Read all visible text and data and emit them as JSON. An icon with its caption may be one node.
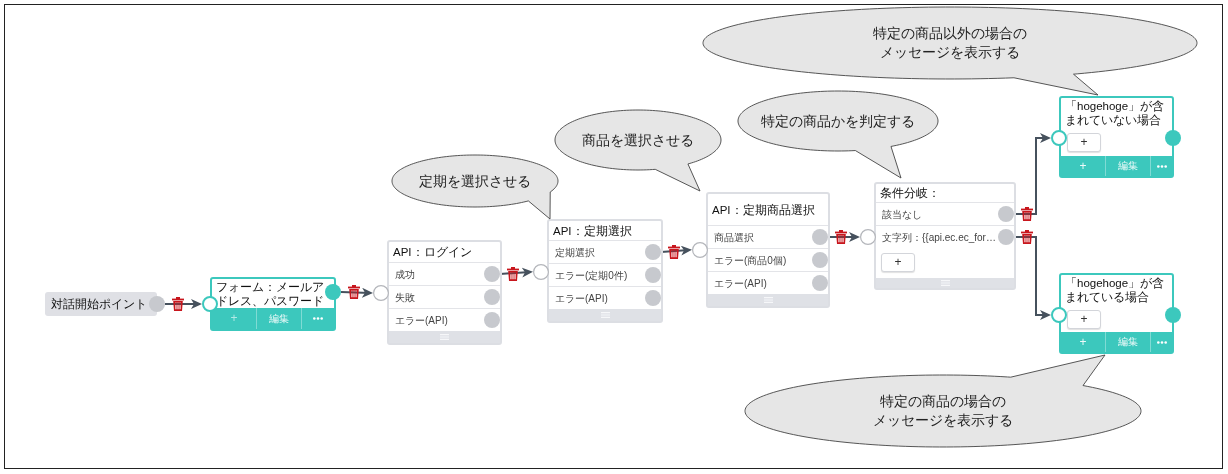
{
  "diagram": {
    "nodes": [
      {
        "text": [
          "対話開始ポイント"
        ]
      },
      {
        "text": [
          "フォーム：メールアドレス、パスワード",
          "+",
          "編集"
        ]
      },
      {
        "text": [
          "API：ログイン"
        ]
      },
      {
        "text": [
          "成功"
        ],
        "in": 2
      },
      {
        "text": [
          "失敗"
        ],
        "in": 2
      },
      {
        "text": [
          "エラー(API)"
        ],
        "in": 2
      },
      {
        "text": [
          "API：定期選択"
        ]
      },
      {
        "text": [
          "定期選択"
        ],
        "in": 6
      },
      {
        "text": [
          "エラー(定期0件)"
        ],
        "in": 6
      },
      {
        "text": [
          "エラー(API)"
        ],
        "in": 6
      },
      {
        "text": [
          "API：定期商品選択"
        ]
      },
      {
        "text": [
          "商品選択"
        ],
        "in": 10
      },
      {
        "text": [
          "エラー(商品0個)"
        ],
        "in": 10
      },
      {
        "text": [
          "エラー(API)"
        ],
        "in": 10
      },
      {
        "text": [
          "条件分岐：",
          "+"
        ]
      },
      {
        "text": [
          "該当なし"
        ],
        "in": 14
      },
      {
        "text": [
          "文字列：{{api.ec.ec_for…"
        ],
        "in": 14
      },
      {
        "text": [
          "「hogehoge」が含まれていない場合",
          "+",
          "+",
          "編集"
        ]
      },
      {
        "text": [
          "「hogehoge」が含まれている場合",
          "+",
          "+",
          "編集"
        ]
      },
      {
        "text": [
          "定期を選択させる"
        ]
      },
      {
        "text": [
          "商品を選択させる"
        ]
      },
      {
        "text": [
          "特定の商品かを判定する"
        ]
      },
      {
        "text": [
          "特定の商品以外の場合のメッセージを表示する"
        ]
      },
      {
        "text": [
          "特定の商品の場合のメッセージを表示する"
        ]
      }
    ],
    "edges": [
      {
        "from": 0,
        "to": 1,
        "arrow": "to"
      },
      {
        "from": 1,
        "to": 2,
        "arrow": "to"
      },
      {
        "from": 3,
        "to": 6,
        "arrow": "to"
      },
      {
        "from": 7,
        "to": 10,
        "arrow": "to"
      },
      {
        "from": 11,
        "to": 14,
        "arrow": "to"
      },
      {
        "from": 15,
        "to": 17,
        "arrow": "to"
      },
      {
        "from": 16,
        "to": 18,
        "arrow": "to"
      }
    ]
  }
}
